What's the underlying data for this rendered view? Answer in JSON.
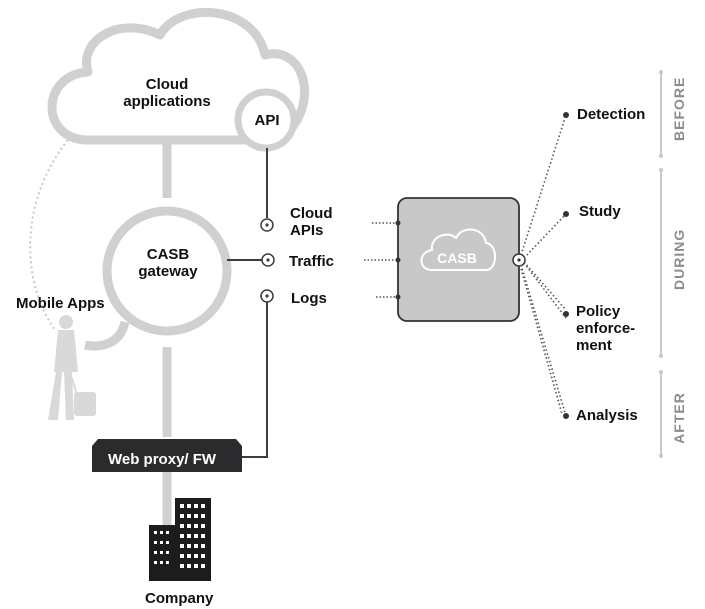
{
  "cloud": {
    "line1": "Cloud",
    "line2": "applications"
  },
  "api": "API",
  "gateway": {
    "line1": "CASB",
    "line2": "gateway"
  },
  "mobile": "Mobile Apps",
  "proxy": "Web proxy/ FW",
  "company": "Company",
  "inputs": {
    "cloud_apis": {
      "line1": "Cloud",
      "line2": "APIs"
    },
    "traffic": "Traffic",
    "logs": "Logs"
  },
  "casb_box": "CASB",
  "outputs": {
    "detection": "Detection",
    "study": "Study",
    "policy": {
      "line1": "Policy",
      "line2": "enforce-",
      "line3": "ment"
    },
    "analysis": "Analysis"
  },
  "phases": {
    "before": "BEFORE",
    "during": "DURING",
    "after": "AFTER"
  },
  "colors": {
    "light_gray": "#d0d0d1",
    "dark_line": "#3d3d3d",
    "box_fill": "#c8c8c9",
    "proxy_fill": "#2b2b2d",
    "phase_text": "#8c8c8c"
  }
}
